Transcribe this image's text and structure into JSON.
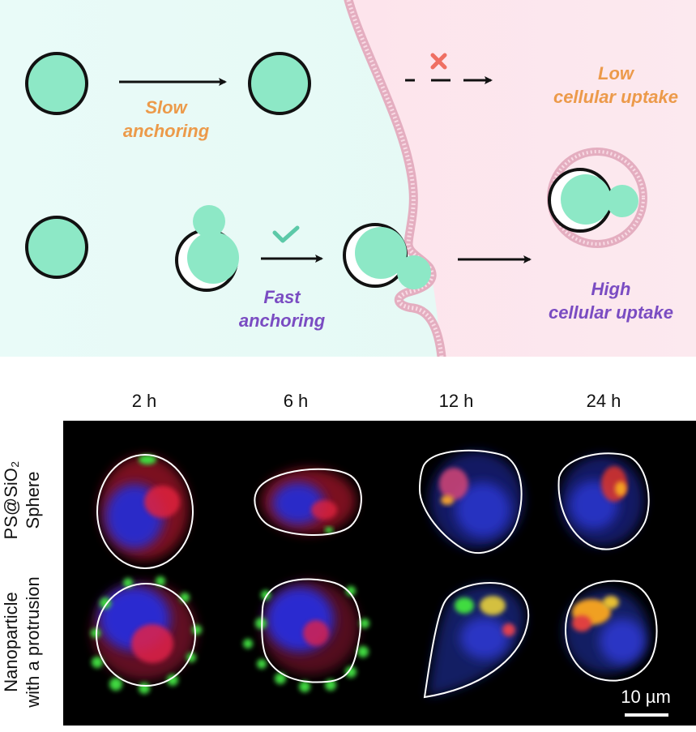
{
  "scheme": {
    "slow_label": {
      "line1": "Slow",
      "line2": "anchoring"
    },
    "low_uptake": {
      "line1": "Low",
      "line2": "cellular uptake"
    },
    "fast_label": {
      "line1": "Fast",
      "line2": "anchoring"
    },
    "high_uptake": {
      "line1": "High",
      "line2": "cellular uptake"
    },
    "colors": {
      "left_bg": "#e6faf6",
      "right_bg": "#fde6ee",
      "particle": "#8de8c6",
      "membrane": "#e2a9bd",
      "cross": "#ef6f63",
      "check": "#5cc9a8",
      "orange_text": "#ec9a4a",
      "purple_text": "#7a4cc2"
    }
  },
  "micrographs": {
    "time_points": [
      "2 h",
      "6 h",
      "12 h",
      "24 h"
    ],
    "row1_label": {
      "line1": "PS@SiO₂",
      "line2": "Sphere"
    },
    "row2_label": {
      "line1": "Nanoparticle",
      "line2": "with a protrusion"
    },
    "scale_bar": "10 µm"
  }
}
